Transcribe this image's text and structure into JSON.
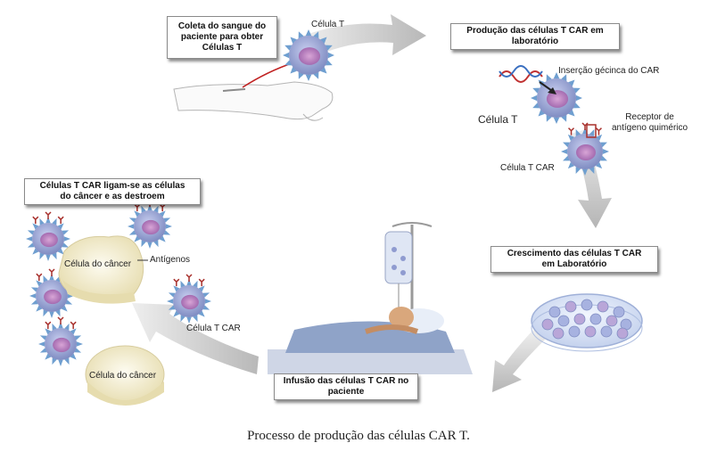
{
  "steps": {
    "collection": {
      "line1": "Coleta do sangue do",
      "line2": "paciente para obter",
      "line3": "Células T"
    },
    "production": {
      "line1": "Produção das células T CAR em",
      "line2": "laboratório"
    },
    "growth": {
      "line1": "Crescimento das células T CAR",
      "line2": "em Laboratório"
    },
    "infusion": {
      "line1": "Infusão das células T CAR no",
      "line2": "paciente"
    },
    "binding": {
      "line1": "Células T CAR ligam-se as células",
      "line2": "do câncer e as destroem"
    }
  },
  "labels": {
    "t_cell_top": "Célula T",
    "gene_insertion": "Inserção gécinca do CAR",
    "t_cell_mid": "Célula T",
    "receptor_line1": "Receptor de",
    "receptor_line2": "antígeno quimérico",
    "car_t_cell_mid": "Célula T CAR",
    "cancer_cell_1": "Célula do câncer",
    "antigens": "Antígenos",
    "car_t_cell_left": "Célula T CAR",
    "cancer_cell_2": "Célula do câncer"
  },
  "caption": "Processo de produção das células CAR T.",
  "colors": {
    "arrow": "#c9c9c9",
    "cell_spike": "#6f9fd0",
    "cell_body": "#8a97c8",
    "nucleus": "#b07ab8",
    "cancer": "#f3edd0",
    "receptor": "#a8302c"
  }
}
